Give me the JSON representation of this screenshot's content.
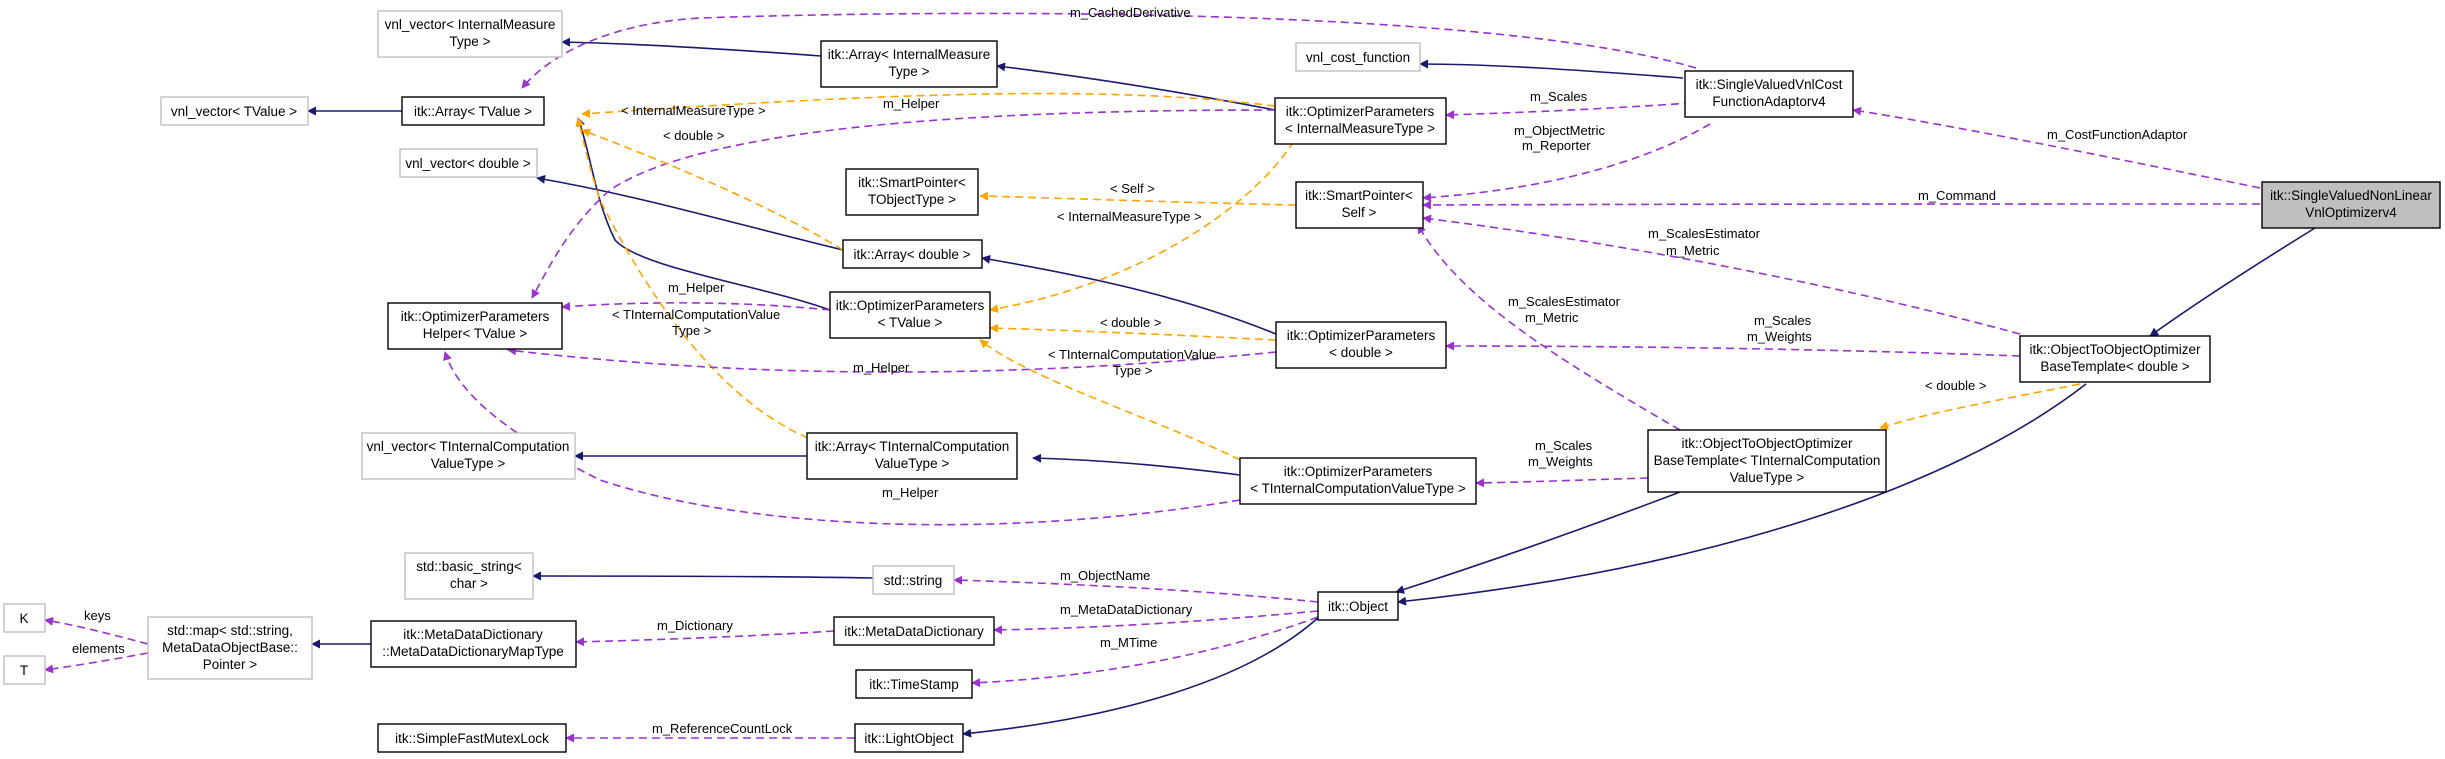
{
  "colors": {
    "inheritance_edge": "#191970",
    "usage_edge": "#9a32cd",
    "template_edge": "#ffa500",
    "focus_fill": "#bfbfbf",
    "external_border": "#bfbfbf"
  },
  "nodes": {
    "main": [
      "itk::SingleValuedNonLinear",
      "VnlOptimizerv4"
    ],
    "adaptor": [
      "itk::SingleValuedVnlCost",
      "FunctionAdaptorv4"
    ],
    "vnlcost": [
      "vnl_cost_function"
    ],
    "objopt_double": [
      "itk::ObjectToObjectOptimizer",
      "BaseTemplate< double >"
    ],
    "objopt_tic": [
      "itk::ObjectToObjectOptimizer",
      "BaseTemplate< TInternalComputation",
      "ValueType >"
    ],
    "smartptr_self": [
      "itk::SmartPointer<",
      "Self >"
    ],
    "optparam_imt": [
      "itk::OptimizerParameters",
      "< InternalMeasureType >"
    ],
    "optparam_double": [
      "itk::OptimizerParameters",
      "< double >"
    ],
    "optparam_tic": [
      "itk::OptimizerParameters",
      "< TInternalComputationValueType >"
    ],
    "object": [
      "itk::Object"
    ],
    "array_imt": [
      "itk::Array< InternalMeasure",
      "Type >"
    ],
    "vnlvec_imt": [
      "vnl_vector< InternalMeasure",
      "Type >"
    ],
    "array_tvalue": [
      "itk::Array< TValue >"
    ],
    "vnlvec_tvalue": [
      "vnl_vector< TValue >"
    ],
    "vnlvec_double": [
      "vnl_vector< double >"
    ],
    "smartptr_tobj": [
      "itk::SmartPointer<",
      "TObjectType >"
    ],
    "array_double": [
      "itk::Array< double >"
    ],
    "optparam_tvalue": [
      "itk::OptimizerParameters",
      "< TValue >"
    ],
    "helper": [
      "itk::OptimizerParameters",
      "Helper< TValue >"
    ],
    "vnlvec_tic": [
      "vnl_vector< TInternalComputation",
      "ValueType >"
    ],
    "array_tic": [
      "itk::Array< TInternalComputation",
      "ValueType >"
    ],
    "basic_string": [
      "std::basic_string<",
      "char >"
    ],
    "stdstring": [
      "std::string"
    ],
    "K": [
      "K"
    ],
    "T": [
      "T"
    ],
    "stdmap": [
      "std::map< std::string,",
      "MetaDataObjectBase::",
      "Pointer >"
    ],
    "mdd_map": [
      "itk::MetaDataDictionary",
      "::MetaDataDictionaryMapType"
    ],
    "mdd": [
      "itk::MetaDataDictionary"
    ],
    "timestamp": [
      "itk::TimeStamp"
    ],
    "lightobject": [
      "itk::LightObject"
    ],
    "mutexlock": [
      "itk::SimpleFastMutexLock"
    ]
  },
  "edge_labels": {
    "cached_derivative": [
      "m_CachedDerivative"
    ],
    "cost_function_adaptor": [
      "m_CostFunctionAdaptor"
    ],
    "command": [
      "m_Command"
    ],
    "scales_imt": [
      "m_Scales"
    ],
    "objectmetric_reporter": [
      "m_ObjectMetric",
      "m_Reporter"
    ],
    "scalesestimator_metric_1": [
      "m_ScalesEstimator",
      "m_Metric"
    ],
    "scales_weights_1": [
      "m_Scales",
      "m_Weights"
    ],
    "double_tpl_1": [
      "< double >"
    ],
    "scalesestimator_metric_2": [
      "m_ScalesEstimator",
      "m_Metric"
    ],
    "scales_weights_2": [
      "m_Scales",
      "m_Weights"
    ],
    "imt_tpl_1": [
      "< InternalMeasureType >"
    ],
    "helper_imt": [
      "m_Helper"
    ],
    "double_tpl_2": [
      "< double >"
    ],
    "self_tpl": [
      "< Self >"
    ],
    "imt_tpl_2": [
      "< InternalMeasureType >"
    ],
    "helper_tvalue": [
      "m_Helper"
    ],
    "tic_tpl_1": [
      "< TInternalComputationValue",
      "Type >"
    ],
    "double_tpl_3": [
      "< double >"
    ],
    "helper_double": [
      "m_Helper"
    ],
    "tic_tpl_2": [
      "< TInternalComputationValue",
      "Type >"
    ],
    "helper_tic": [
      "m_Helper"
    ],
    "objectname": [
      "m_ObjectName"
    ],
    "metadatadictionary": [
      "m_MetaDataDictionary"
    ],
    "dictionary": [
      "m_Dictionary"
    ],
    "mtime": [
      "m_MTime"
    ],
    "referencecountlock": [
      "m_ReferenceCountLock"
    ],
    "keys": [
      "keys"
    ],
    "elements": [
      "elements"
    ]
  }
}
